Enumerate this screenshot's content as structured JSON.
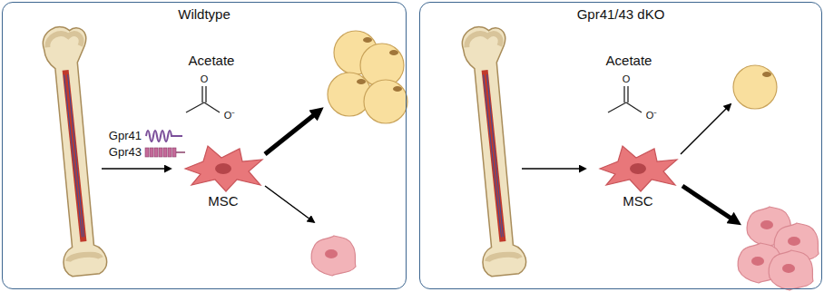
{
  "diagram": {
    "nodes": [
      {
        "text": [
          "Wildtype"
        ]
      },
      {
        "text": [
          "MSC"
        ],
        "in": 0
      },
      {
        "text": [
          "Gpr41/43 dKO"
        ]
      },
      {
        "text": [
          "MSC"
        ],
        "in": 2
      }
    ],
    "labels": [
      "Acetate",
      "O",
      "O⁻",
      "Gpr41",
      "Gpr43",
      "Acetate",
      "O",
      "O⁻"
    ]
  }
}
